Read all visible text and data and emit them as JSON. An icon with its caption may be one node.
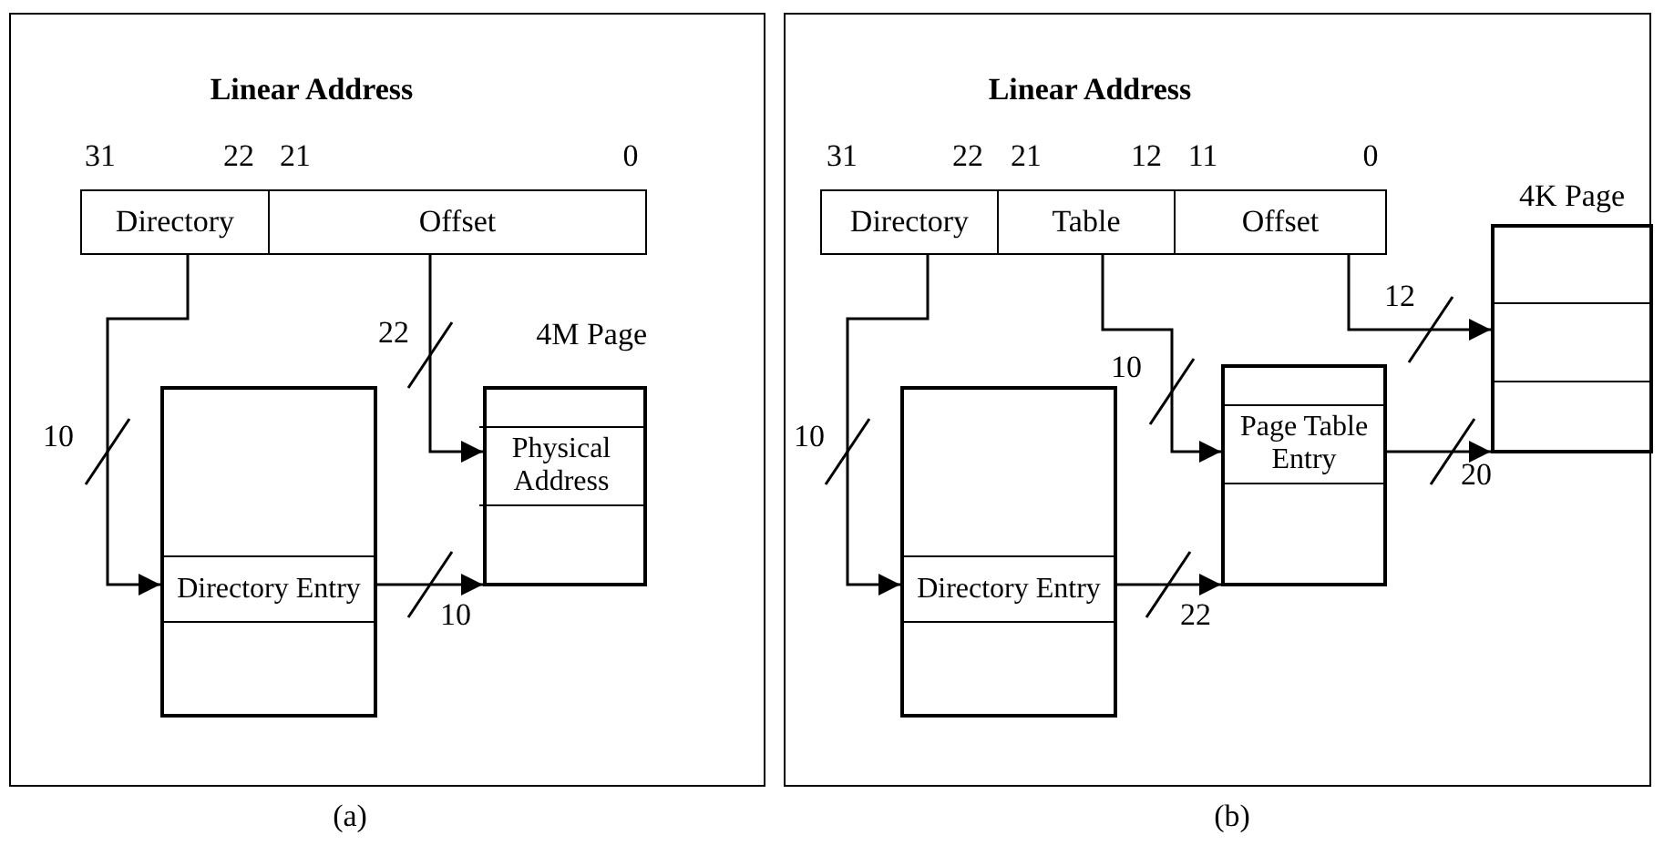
{
  "diagram": {
    "nodes": [
      {
        "text": [
          "Linear Address"
        ],
        "beside": [
          "(a)"
        ]
      },
      {
        "text": [
          "Directory"
        ],
        "in": 0
      },
      {
        "text": [
          "Offset"
        ],
        "in": 0
      },
      {
        "text": [],
        "shape": "box",
        "in": 0
      },
      {
        "text": [
          "Directory Entry"
        ],
        "in": 3
      },
      {
        "text": [
          "4M Page"
        ],
        "in": 0
      },
      {
        "text": [
          "Physical Address"
        ],
        "in": 5
      },
      {
        "text": [
          "Linear Address"
        ],
        "beside": [
          "(b)"
        ]
      },
      {
        "text": [
          "Directory"
        ],
        "in": 7
      },
      {
        "text": [
          "Table"
        ],
        "in": 7
      },
      {
        "text": [
          "Offset"
        ],
        "in": 7
      },
      {
        "text": [],
        "shape": "box",
        "in": 7
      },
      {
        "text": [
          "Directory Entry"
        ],
        "in": 11
      },
      {
        "text": [],
        "shape": "box",
        "in": 7
      },
      {
        "text": [
          "Page Table Entry"
        ],
        "in": 13
      },
      {
        "text": [
          "4K Page"
        ],
        "in": 7
      }
    ],
    "edges": [
      {
        "from": 1,
        "to": 4,
        "arrow": "to",
        "label": "10"
      },
      {
        "from": 2,
        "to": 6,
        "arrow": "to",
        "label": "22"
      },
      {
        "from": 4,
        "to": 5,
        "arrow": "to",
        "label": "10"
      },
      {
        "from": 8,
        "to": 12,
        "arrow": "to",
        "label": "10"
      },
      {
        "from": 9,
        "to": 14,
        "arrow": "to",
        "label": "10"
      },
      {
        "from": 10,
        "to": 15,
        "arrow": "to",
        "label": "12"
      },
      {
        "from": 12,
        "to": 13,
        "arrow": "to",
        "label": "22"
      },
      {
        "from": 14,
        "to": 15,
        "arrow": "to",
        "label": "20"
      }
    ],
    "labels": [
      "31",
      "22",
      "21",
      "0",
      "31",
      "22",
      "21",
      "12",
      "11",
      "0"
    ]
  }
}
